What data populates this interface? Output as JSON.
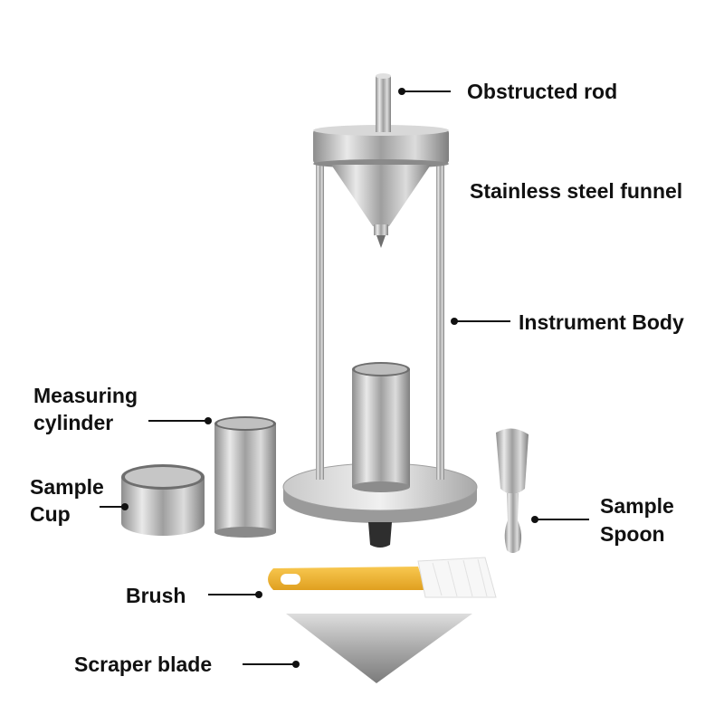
{
  "labels": {
    "obstructed_rod": "Obstructed rod",
    "funnel": "Stainless steel funnel",
    "instrument_body": "Instrument Body",
    "measuring_cylinder_line1": "Measuring",
    "measuring_cylinder_line2": "cylinder",
    "sample_cup_line1": "Sample",
    "sample_cup_line2": "Cup",
    "sample_spoon_line1": "Sample",
    "sample_spoon_line2": "Spoon",
    "brush": "Brush",
    "scraper_blade": "Scraper blade"
  },
  "colors": {
    "text": "#111111",
    "steel_light": "#e6e6e6",
    "steel_mid": "#b5b5b5",
    "steel_dark": "#7a7a7a",
    "brush_handle": "#f2b632",
    "bristles": "#f7f7f7",
    "rubber_foot": "#2e2e2e"
  }
}
